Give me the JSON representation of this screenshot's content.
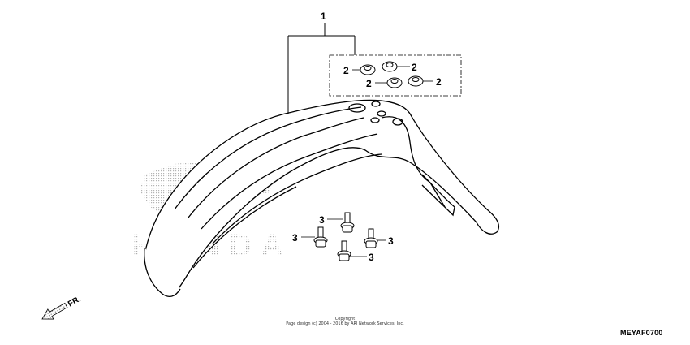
{
  "callouts": {
    "assembly": "1",
    "grommet": "2",
    "bolt": "3"
  },
  "footer": {
    "copyright_line1": "Copyright",
    "copyright_line2": "Page design (c) 2004 - 2016 by ARI Network Services, Inc.",
    "diagram_code": "MEYAF0700"
  },
  "watermark": {
    "text": "HONDA"
  },
  "direction_marker": {
    "text": "FR."
  }
}
